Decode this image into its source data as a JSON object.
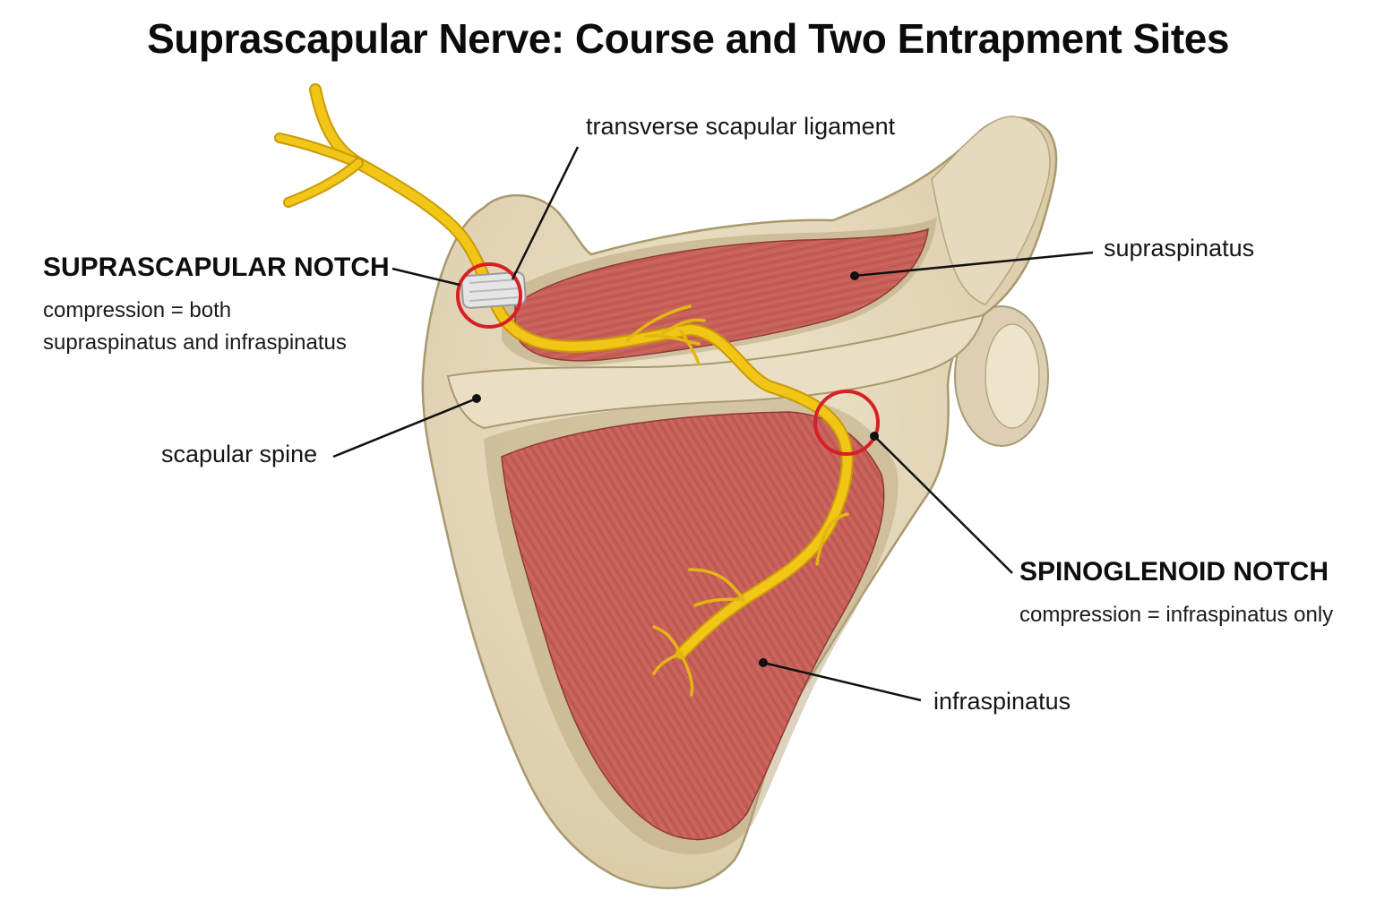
{
  "title": "Suprascapular Nerve: Course and Two Entrapment Sites",
  "labels": {
    "transverse_ligament": "transverse scapular ligament",
    "supraspinatus": "supraspinatus",
    "scapular_spine": "scapular spine",
    "infraspinatus": "infraspinatus"
  },
  "suprascapular_notch": {
    "heading": "SUPRASCAPULAR NOTCH",
    "line1": "compression = both",
    "line2": "supraspinatus and infraspinatus"
  },
  "spinoglenoid_notch": {
    "heading": "SPINOGLENOID NOTCH",
    "line1": "compression = infraspinatus only"
  },
  "colors": {
    "bone": "#e8dcc0",
    "bone_shadow": "#cdbd98",
    "muscle": "#c8605a",
    "muscle_dark": "#a8453f",
    "nerve": "#f2c617",
    "nerve_edge": "#c99a08",
    "marker": "#d81f26"
  }
}
